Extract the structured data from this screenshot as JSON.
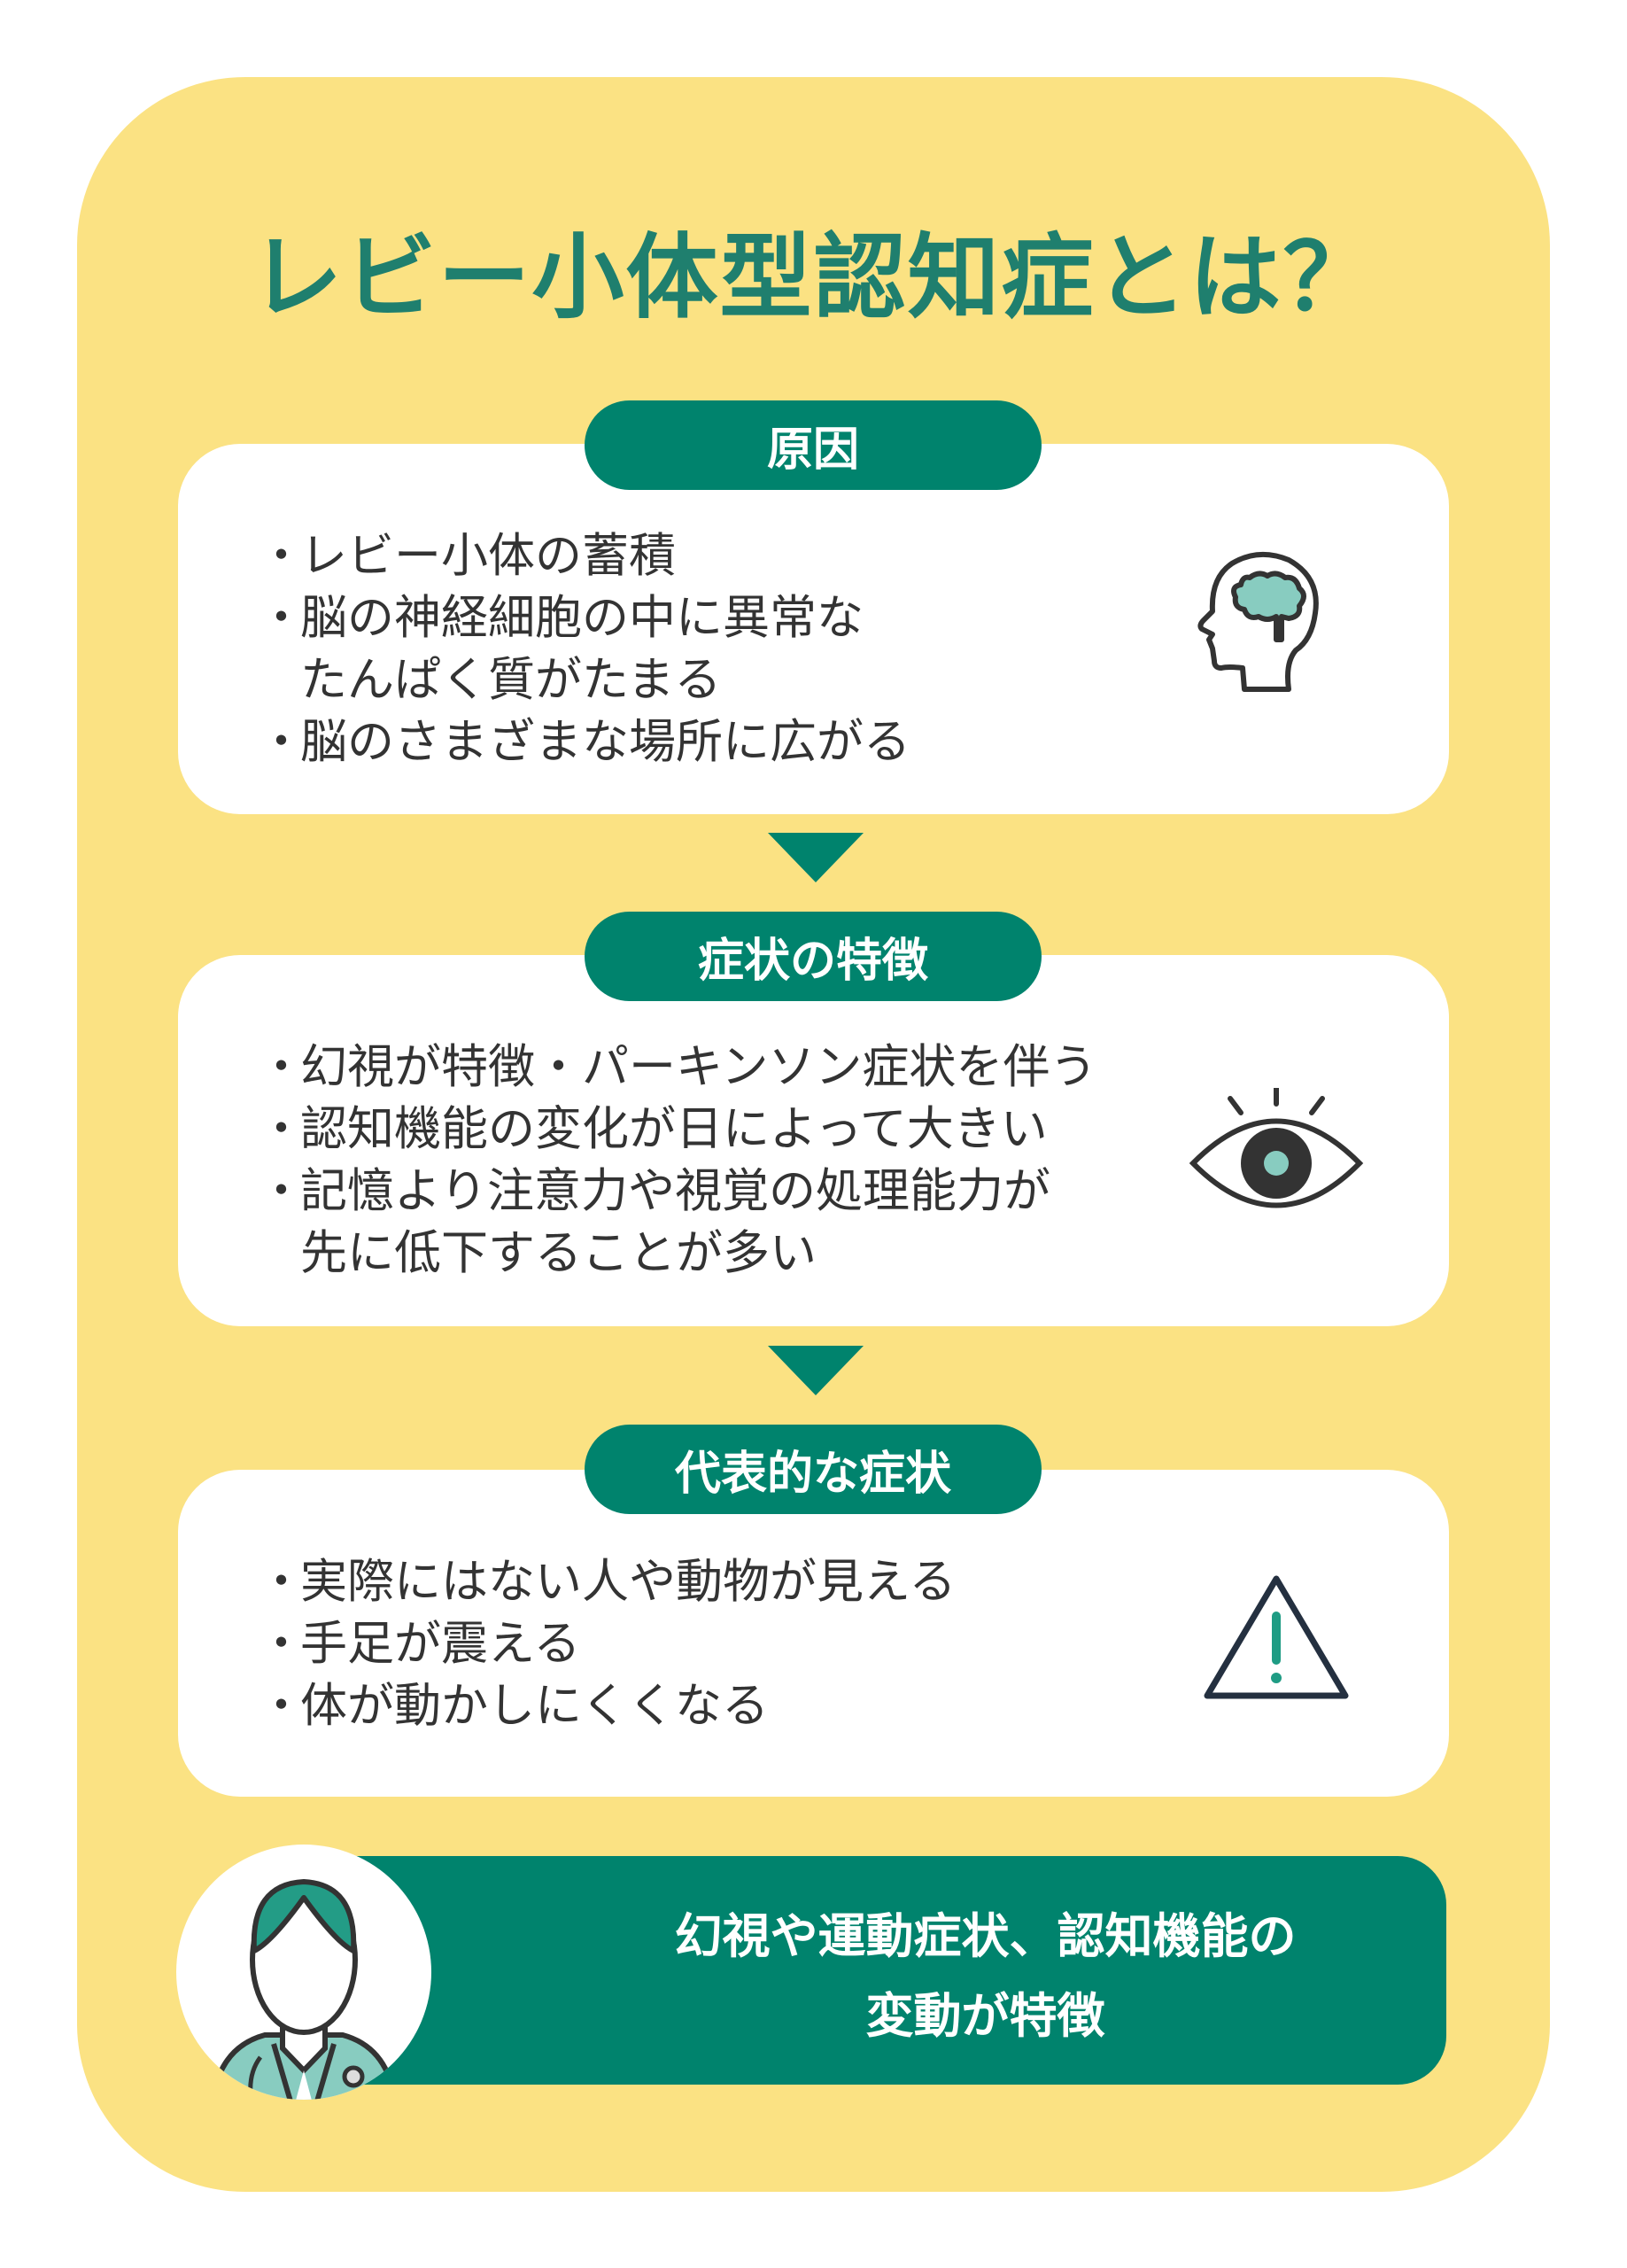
{
  "title": "レビー小体型認知症とは？",
  "sections": [
    {
      "heading": "原因",
      "icon": "brain-head-icon",
      "items": [
        "レビー小体の蓄積",
        "脳の神経細胞の中に異常な",
        "たんぱく質がたまる",
        "脳のさまざまな場所に広がる"
      ]
    },
    {
      "heading": "症状の特徴",
      "icon": "eye-icon",
      "items": [
        "幻視が特徴・パーキンソン症状を伴う",
        "認知機能の変化が日によって大きい",
        "記憶より注意力や視覚の処理能力が",
        "先に低下することが多い"
      ]
    },
    {
      "heading": "代表的な症状",
      "icon": "warning-icon",
      "items": [
        "実際にはない人や動物が見える",
        "手足が震える",
        "体が動かしにくくなる"
      ]
    }
  ],
  "summary": {
    "line1": "幻視や運動症状、認知機能の",
    "line2": "変動が特徴",
    "icon": "doctor-icon"
  },
  "bullet": "・",
  "colors": {
    "green": "#00836d",
    "yellow": "#fbe283",
    "teal": "#88ccc0",
    "dark": "#333333"
  }
}
